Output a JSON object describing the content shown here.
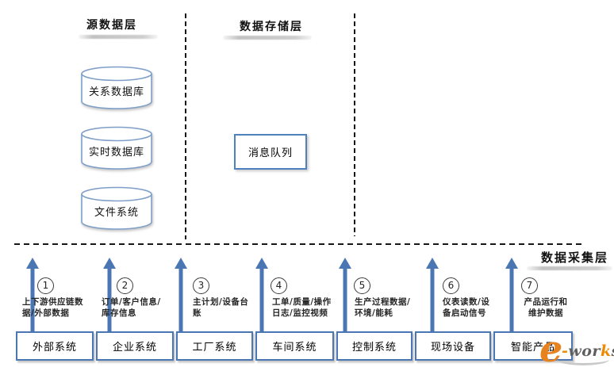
{
  "diagram": {
    "layers": {
      "source_title": "源数据层",
      "storage_title": "数据存储层",
      "collection_title": "数据采集层"
    },
    "databases": [
      {
        "label": "关系数据库"
      },
      {
        "label": "实时数据库"
      },
      {
        "label": "文件系统"
      }
    ],
    "message_queue_label": "消息队列",
    "channels": [
      {
        "num": "1",
        "data": "上下游供应链数\n据/外部数据",
        "system": "外部系统"
      },
      {
        "num": "2",
        "data": "订单/客户信息/\n库存信息",
        "system": "企业系统"
      },
      {
        "num": "3",
        "data": "主计划/设备台\n账",
        "system": "工厂系统"
      },
      {
        "num": "4",
        "data": "工单/质量/操作\n日志/监控视频",
        "system": "车间系统"
      },
      {
        "num": "5",
        "data": "生产过程数据/\n环境/能耗",
        "system": "控制系统"
      },
      {
        "num": "6",
        "data": "仪表读数/设\n备启动信号",
        "system": "现场设备"
      },
      {
        "num": "7",
        "data": "产品运行和\n维护数据",
        "system": "智能产品"
      }
    ],
    "watermark": {
      "e": "e",
      "dash": "-",
      "wor": "wor",
      "k": "k",
      "s": "s"
    },
    "colors": {
      "arrow_blue": "#4a77b4",
      "system_box_border": "#4a77b4",
      "queue_box_border": "#4f81bd",
      "cylinder_border": "#7f9fc9",
      "logo_orange": "#e8821e",
      "logo_gray": "#5f5f5f"
    }
  }
}
